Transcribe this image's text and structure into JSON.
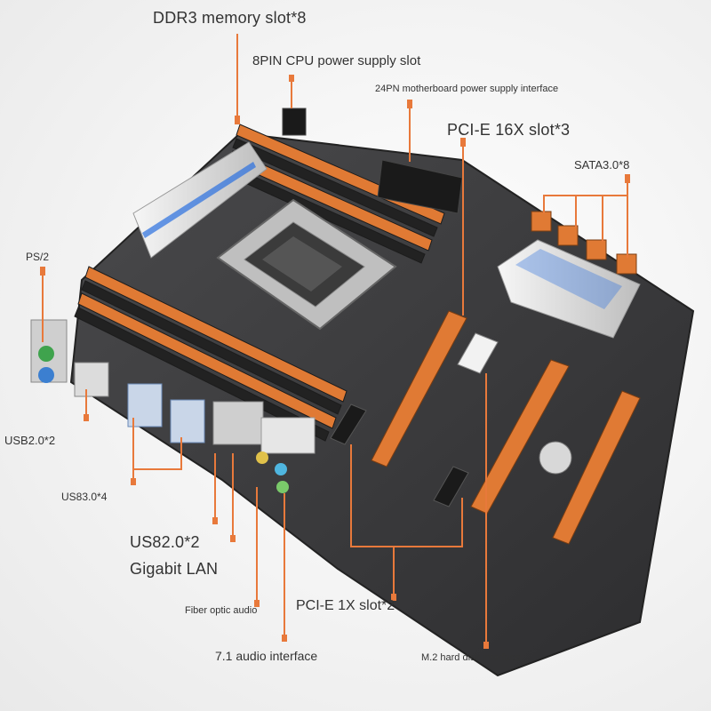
{
  "labels": {
    "ddr3": "DDR3 memory slot*8",
    "cpu_power": "8PIN CPU power supply slot",
    "atx_power": "24PN motherboard power supply interface",
    "pcie16": "PCI-E 16X slot*3",
    "sata": "SATA3.0*8",
    "ps2": "PS/2",
    "usb20": "USB2.0*2",
    "usb30": "US83.0*4",
    "usb20_lan": "US82.0*2",
    "lan": "Gigabit LAN",
    "fiber": "Fiber optic audio",
    "pcie1": "PCI-E 1X slot*2",
    "audio71": "7.1 audio interface",
    "m2": "M.2 hard disk interface"
  },
  "colors": {
    "accent": "#e8793b",
    "board": "#3a3a3c",
    "slot_orange": "#e07a34",
    "heatsink": "#e6e6e6"
  }
}
